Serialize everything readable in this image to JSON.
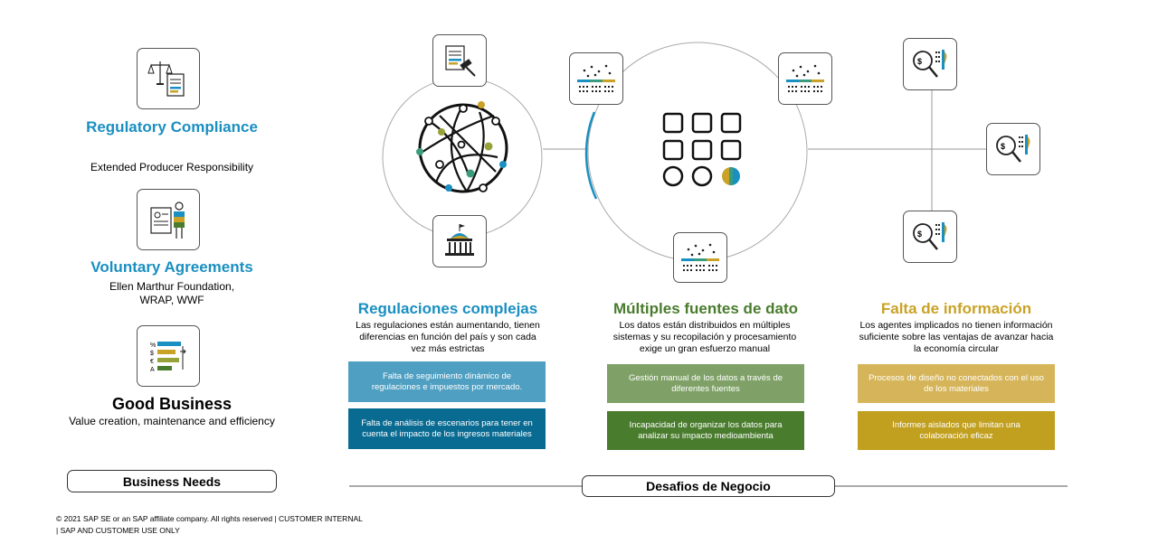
{
  "needs": [
    {
      "title": "Regulatory Compliance",
      "subtitle": "Extended Producer Responsibility",
      "color": "#1a8fc1"
    },
    {
      "title": "Voluntary Agreements",
      "subtitle": "Ellen Marthur Foundation, WRAP, WWF",
      "color": "#1a8fc1"
    },
    {
      "title": "Good Business",
      "subtitle": "Value creation, maintenance and efficiency",
      "color": "#000000"
    }
  ],
  "business_needs_label": "Business Needs",
  "challenges_label": "Desafios de Negocio",
  "columns": [
    {
      "title": "Regulaciones complejas",
      "color": "#1a8fc1",
      "desc": "Las regulaciones están aumentando, tienen diferencias en función del país y son cada vez más estrictas",
      "boxes": [
        {
          "text": "Falta de seguimiento dinámico de regulaciones e impuestos por mercado.",
          "color": "#4f9fc2"
        },
        {
          "text": "Falta de análisis de escenarios para tener en cuenta el impacto de los ingresos materiales",
          "color": "#0a6b92"
        }
      ]
    },
    {
      "title": "Múltiples fuentes de dato",
      "color": "#4a7c2e",
      "desc": "Los datos están distribuidos en múltiples sistemas y su recopilación y procesamiento exige un gran esfuerzo manual",
      "boxes": [
        {
          "text": "Gestión manual de los datos a través de diferentes fuentes",
          "color": "#7fa167"
        },
        {
          "text": "Incapacidad de organizar los datos para analizar su impacto medioambienta",
          "color": "#4a7c2e"
        }
      ]
    },
    {
      "title": "Falta de información",
      "color": "#c9a227",
      "desc": "Los agentes implicados no tienen información suficiente sobre las ventajas de avanzar hacia la economía circular",
      "boxes": [
        {
          "text": "Procesos de diseño no conectados con el uso de los materiales",
          "color": "#d6b55a"
        },
        {
          "text": "Informes aislados que limitan una colaboración eficaz",
          "color": "#c19f1f"
        }
      ]
    }
  ],
  "footer": "© 2021 SAP SE or an SAP affiliate company. All rights reserved | CUSTOMER INTERNAL | SAP AND CUSTOMER USE ONLY",
  "icons": {
    "need1": "scales-document-icon",
    "need2": "person-document-icon",
    "need3": "chart-report-icon",
    "network": "network-globe-icon",
    "gavel": "gavel-document-icon",
    "capitol": "capitol-building-icon",
    "grid": "app-grid-icon",
    "data_source": "data-chart-icon",
    "info": "magnifier-person-icon"
  },
  "colors": {
    "blue": "#1a8fc1",
    "green": "#4a7c2e",
    "gold": "#c9a227",
    "teal": "#3a9c7c",
    "olive": "#98a23a"
  }
}
